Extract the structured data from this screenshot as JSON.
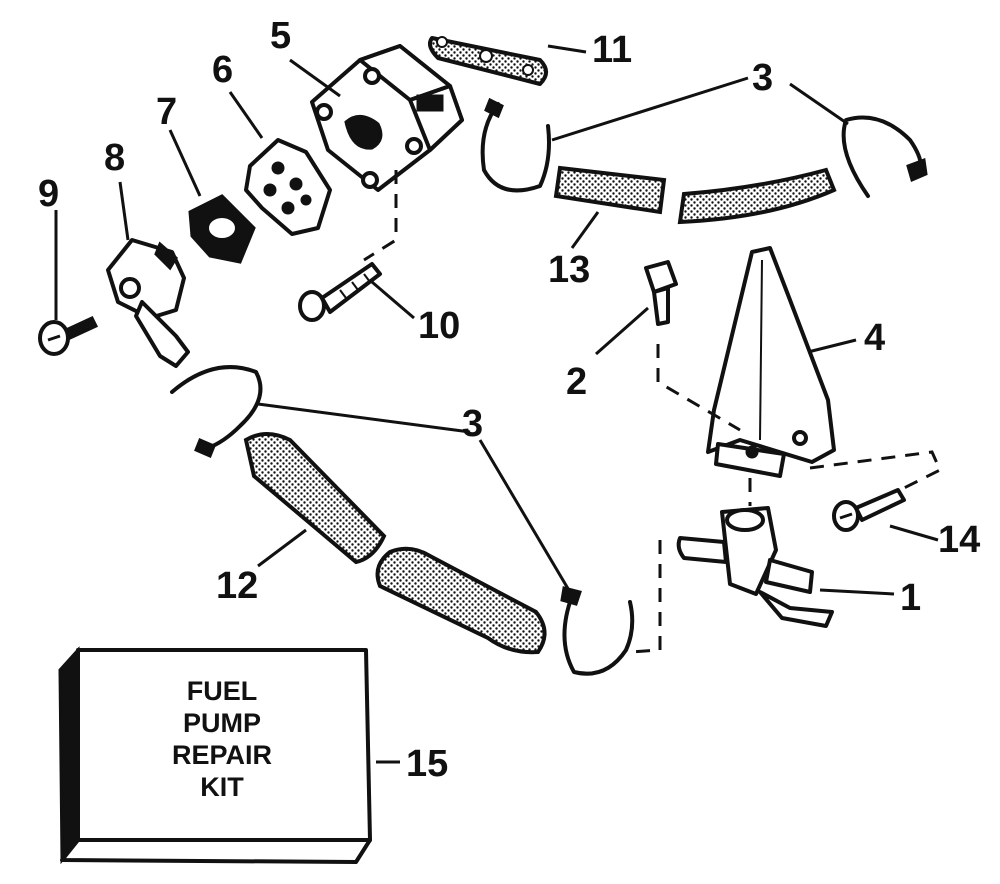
{
  "callouts": {
    "c1": "1",
    "c2": "2",
    "c3a": "3",
    "c3b": "3",
    "c4": "4",
    "c5": "5",
    "c6": "6",
    "c7": "7",
    "c8": "8",
    "c9": "9",
    "c10": "10",
    "c11": "11",
    "c12": "12",
    "c13": "13",
    "c14": "14",
    "c15": "15"
  },
  "kit_box": {
    "line1": "FUEL",
    "line2": "PUMP",
    "line3": "REPAIR",
    "line4": "KIT"
  },
  "colors": {
    "ink": "#111111",
    "paper": "#ffffff"
  }
}
